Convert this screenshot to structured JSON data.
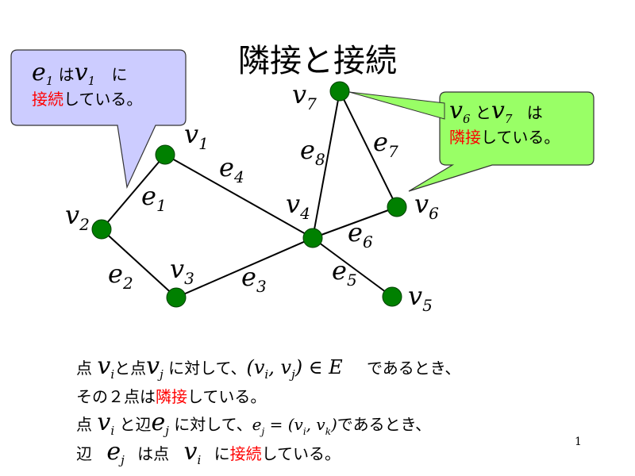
{
  "title": "隣接と接続",
  "callout_left": {
    "line1_e": "e",
    "line1_e_sub": "1",
    "line1_ha": "は",
    "line1_v": "v",
    "line1_v_sub": "1",
    "line1_ni": "に",
    "line2_red": "接続",
    "line2_rest": "している。",
    "fill": "#ccccff"
  },
  "callout_right": {
    "line1_v6": "v",
    "line1_v6_sub": "6",
    "line1_to": "と",
    "line1_v7": "v",
    "line1_v7_sub": "7",
    "line1_ha": "は",
    "line2_red": "隣接",
    "line2_rest": "している。",
    "fill": "#99ff66"
  },
  "graph": {
    "node_color": "#008000",
    "vertices": [
      {
        "id": "v1",
        "name": "v",
        "sub": "1"
      },
      {
        "id": "v2",
        "name": "v",
        "sub": "2"
      },
      {
        "id": "v3",
        "name": "v",
        "sub": "3"
      },
      {
        "id": "v4",
        "name": "v",
        "sub": "4"
      },
      {
        "id": "v5",
        "name": "v",
        "sub": "5"
      },
      {
        "id": "v6",
        "name": "v",
        "sub": "6"
      },
      {
        "id": "v7",
        "name": "v",
        "sub": "7"
      }
    ],
    "edges": [
      {
        "id": "e1",
        "name": "e",
        "sub": "1",
        "from": "v1",
        "to": "v2"
      },
      {
        "id": "e2",
        "name": "e",
        "sub": "2",
        "from": "v2",
        "to": "v3"
      },
      {
        "id": "e3",
        "name": "e",
        "sub": "3",
        "from": "v3",
        "to": "v4"
      },
      {
        "id": "e4",
        "name": "e",
        "sub": "4",
        "from": "v1",
        "to": "v4"
      },
      {
        "id": "e5",
        "name": "e",
        "sub": "5",
        "from": "v4",
        "to": "v5"
      },
      {
        "id": "e6",
        "name": "e",
        "sub": "6",
        "from": "v4",
        "to": "v6"
      },
      {
        "id": "e7",
        "name": "e",
        "sub": "7",
        "from": "v7",
        "to": "v6"
      },
      {
        "id": "e8",
        "name": "e",
        "sub": "8",
        "from": "v7",
        "to": "v4"
      }
    ]
  },
  "definitions": {
    "line1": {
      "ten1": "点",
      "vi": "v",
      "vi_sub": "i",
      "to_ten": "と点",
      "vj": "v",
      "vj_sub": "j",
      "ni_taishite": "に対して、",
      "pair": "(v",
      "pair_i": "i",
      "pair_comma": ", v",
      "pair_j": "j",
      "pair_close": ") ∈ E",
      "dearu": "であるとき、"
    },
    "line2": {
      "pre": "その２点は",
      "red": "隣接",
      "post": "している。"
    },
    "line3": {
      "ten": "点",
      "vi": "v",
      "vi_sub": "i",
      "to_hen": "と辺",
      "ej": "e",
      "ej_sub": "j",
      "ni_taishite": "に対して、",
      "eq": "e",
      "eq_sub": "j",
      "eq_mid": " = (v",
      "eq_i": "i",
      "eq_comma": ", v",
      "eq_k": "k",
      "eq_close": ")",
      "dearu": "であるとき、"
    },
    "line4": {
      "hen": "辺",
      "ej": "e",
      "ej_sub": "j",
      "ha_ten": "は点",
      "vi": "v",
      "vi_sub": "i",
      "ni": "に",
      "red": "接続",
      "post": "している。"
    }
  },
  "page_number": "1"
}
